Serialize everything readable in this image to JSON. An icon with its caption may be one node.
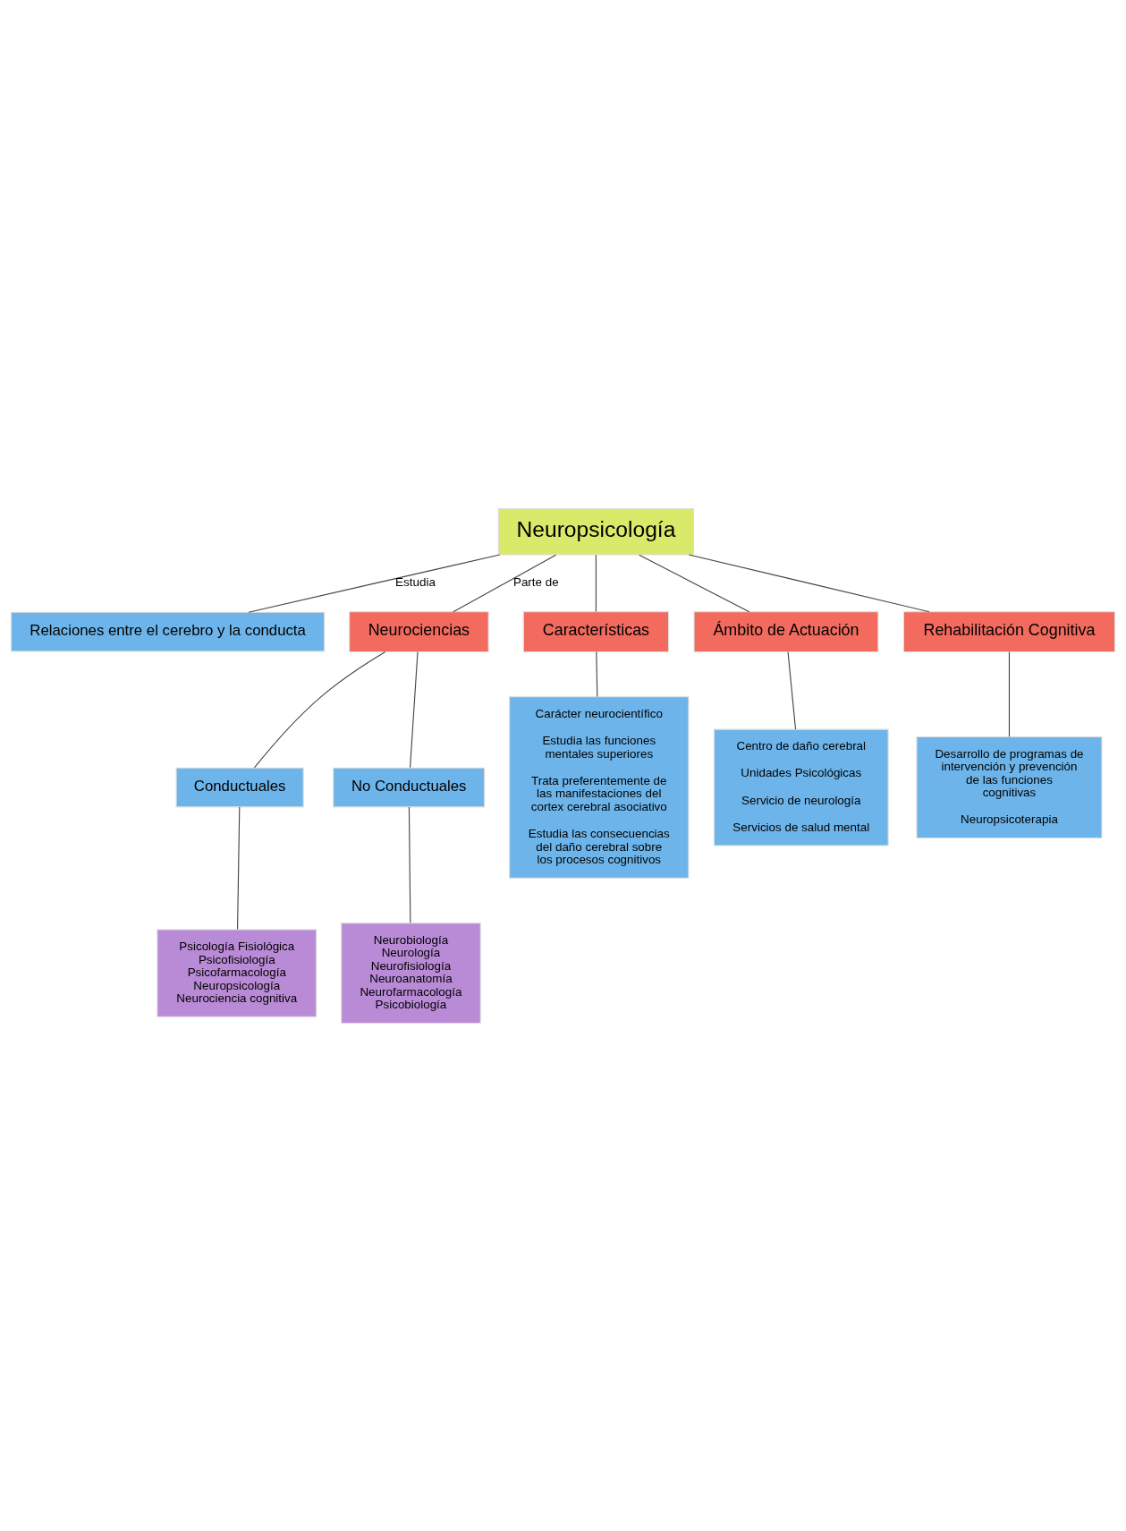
{
  "diagram": {
    "nodes": [
      {
        "text": [
          "Neuropsicología"
        ]
      },
      {
        "text": [
          "Relaciones entre el cerebro y la conducta"
        ]
      },
      {
        "text": [
          "Neurociencias"
        ]
      },
      {
        "text": [
          "Características"
        ]
      },
      {
        "text": [
          "Carácter neurocientífico",
          "Estudia las funciones mentales superiores",
          "Trata preferentemente de las manifestaciones del cortex cerebral asociativo",
          "Estudia las consecuencias del daño cerebral sobre los procesos cognitivos"
        ]
      },
      {
        "text": [
          "Ámbito de Actuación"
        ]
      },
      {
        "text": [
          "Centro de daño cerebral",
          "Unidades Psicológicas",
          "Servicio de neurología",
          "Servicios de salud mental"
        ]
      },
      {
        "text": [
          "Rehabilitación Cognitiva"
        ]
      },
      {
        "text": [
          "Desarrollo de programas de intervención y prevención de las funciones cognitivas",
          "Neuropsicoterapia"
        ]
      },
      {
        "text": [
          "Conductuales"
        ]
      },
      {
        "text": [
          "Psicología Fisiológica",
          "Psicofisiología",
          "Psicofarmacología",
          "Neuropsicología",
          "Neurociencia cognitiva"
        ]
      },
      {
        "text": [
          "No Conductuales"
        ]
      },
      {
        "text": [
          "Neurobiología",
          "Neurología",
          "Neurofisiología",
          "Neuroanatomía",
          "Neurofarmacología",
          "Psicobiología"
        ]
      }
    ],
    "edges": [
      {
        "from": 0,
        "to": 1,
        "arrow": "none",
        "label": "Estudia"
      },
      {
        "from": 0,
        "to": 2,
        "arrow": "none",
        "label": "Parte de"
      },
      {
        "from": 0,
        "to": 3,
        "arrow": "none"
      },
      {
        "from": 3,
        "to": 4,
        "arrow": "none"
      },
      {
        "from": 0,
        "to": 5,
        "arrow": "none"
      },
      {
        "from": 5,
        "to": 6,
        "arrow": "none"
      },
      {
        "from": 0,
        "to": 7,
        "arrow": "none"
      },
      {
        "from": 7,
        "to": 8,
        "arrow": "none"
      },
      {
        "from": 2,
        "to": 9,
        "arrow": "none"
      },
      {
        "from": 9,
        "to": 10,
        "arrow": "none"
      },
      {
        "from": 2,
        "to": 11,
        "arrow": "none"
      },
      {
        "from": 11,
        "to": 12,
        "arrow": "none"
      }
    ]
  }
}
